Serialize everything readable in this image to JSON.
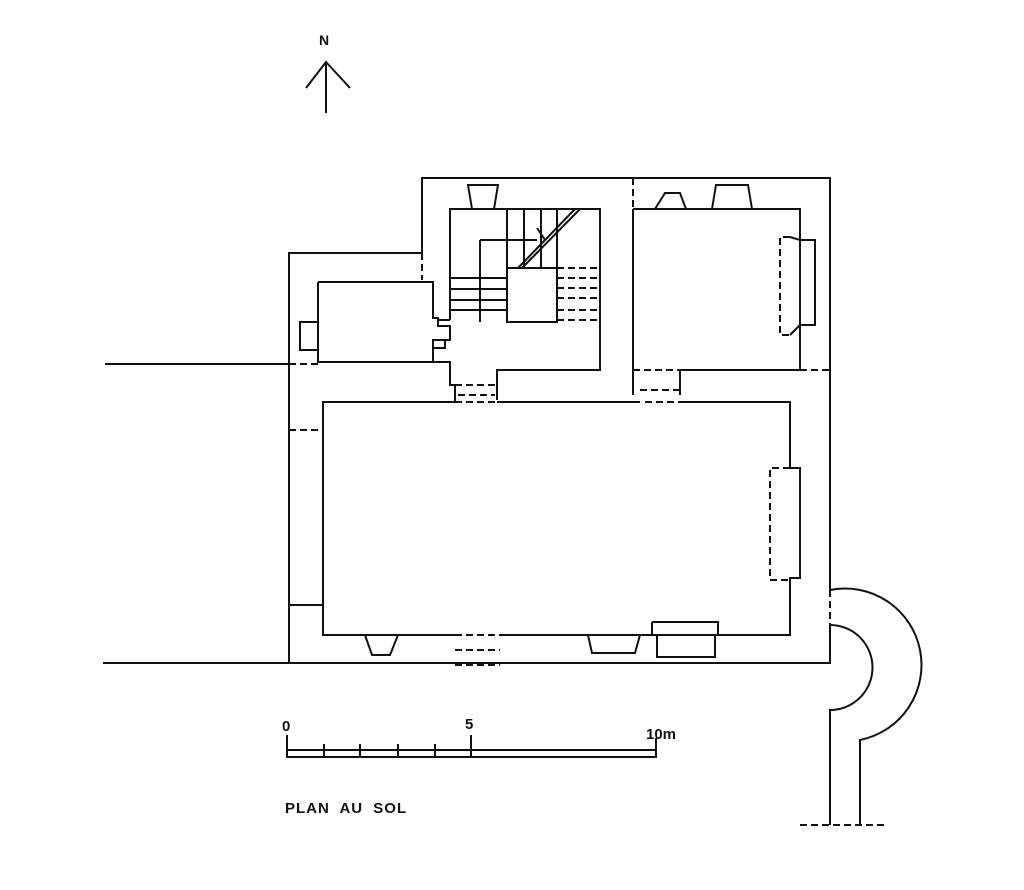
{
  "compass": {
    "label": "N"
  },
  "scale_bar": {
    "start_label": "0",
    "mid_label": "5",
    "end_label": "10m"
  },
  "title": "PLAN AU SOL"
}
